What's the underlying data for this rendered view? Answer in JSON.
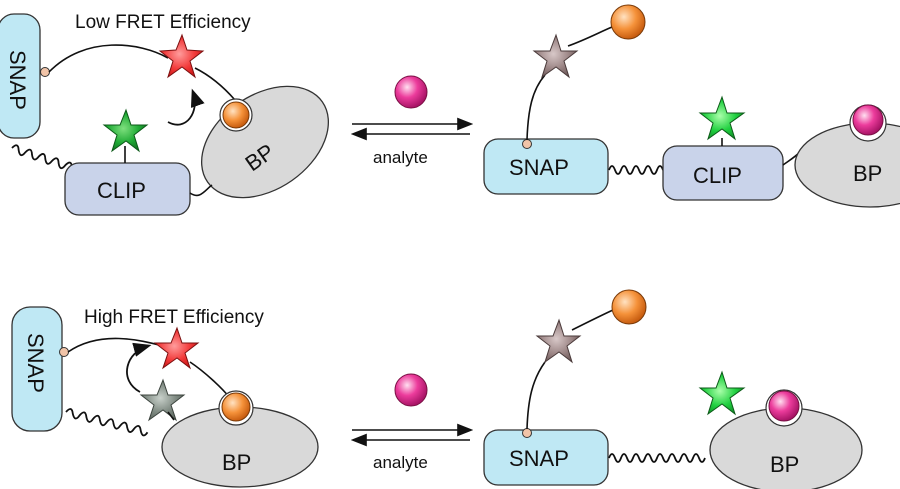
{
  "top_panel": {
    "title": "Low FRET Efficiency",
    "snap_label": "SNAP",
    "clip_label": "CLIP",
    "bp_label": "BP",
    "arrow_label": "analyte",
    "right_snap_label": "SNAP",
    "right_clip_label": "CLIP",
    "right_bp_label": "BP"
  },
  "bottom_panel": {
    "title": "High FRET Efficiency",
    "snap_label": "SNAP",
    "bp_label": "BP",
    "arrow_label": "analyte",
    "right_snap_label": "SNAP",
    "right_bp_label": "BP"
  },
  "colors": {
    "snap_fill": "#bfe8f4",
    "clip_fill": "#c9d3ea",
    "bp_fill": "#d9d9d9",
    "red_star": "#f23a3a",
    "green_star": "#20d040",
    "gray_star": "#7f8a82",
    "brown_star": "#9c8686",
    "orange_ligand": "#f5923a",
    "pink_analyte": "#ec3c9c"
  }
}
